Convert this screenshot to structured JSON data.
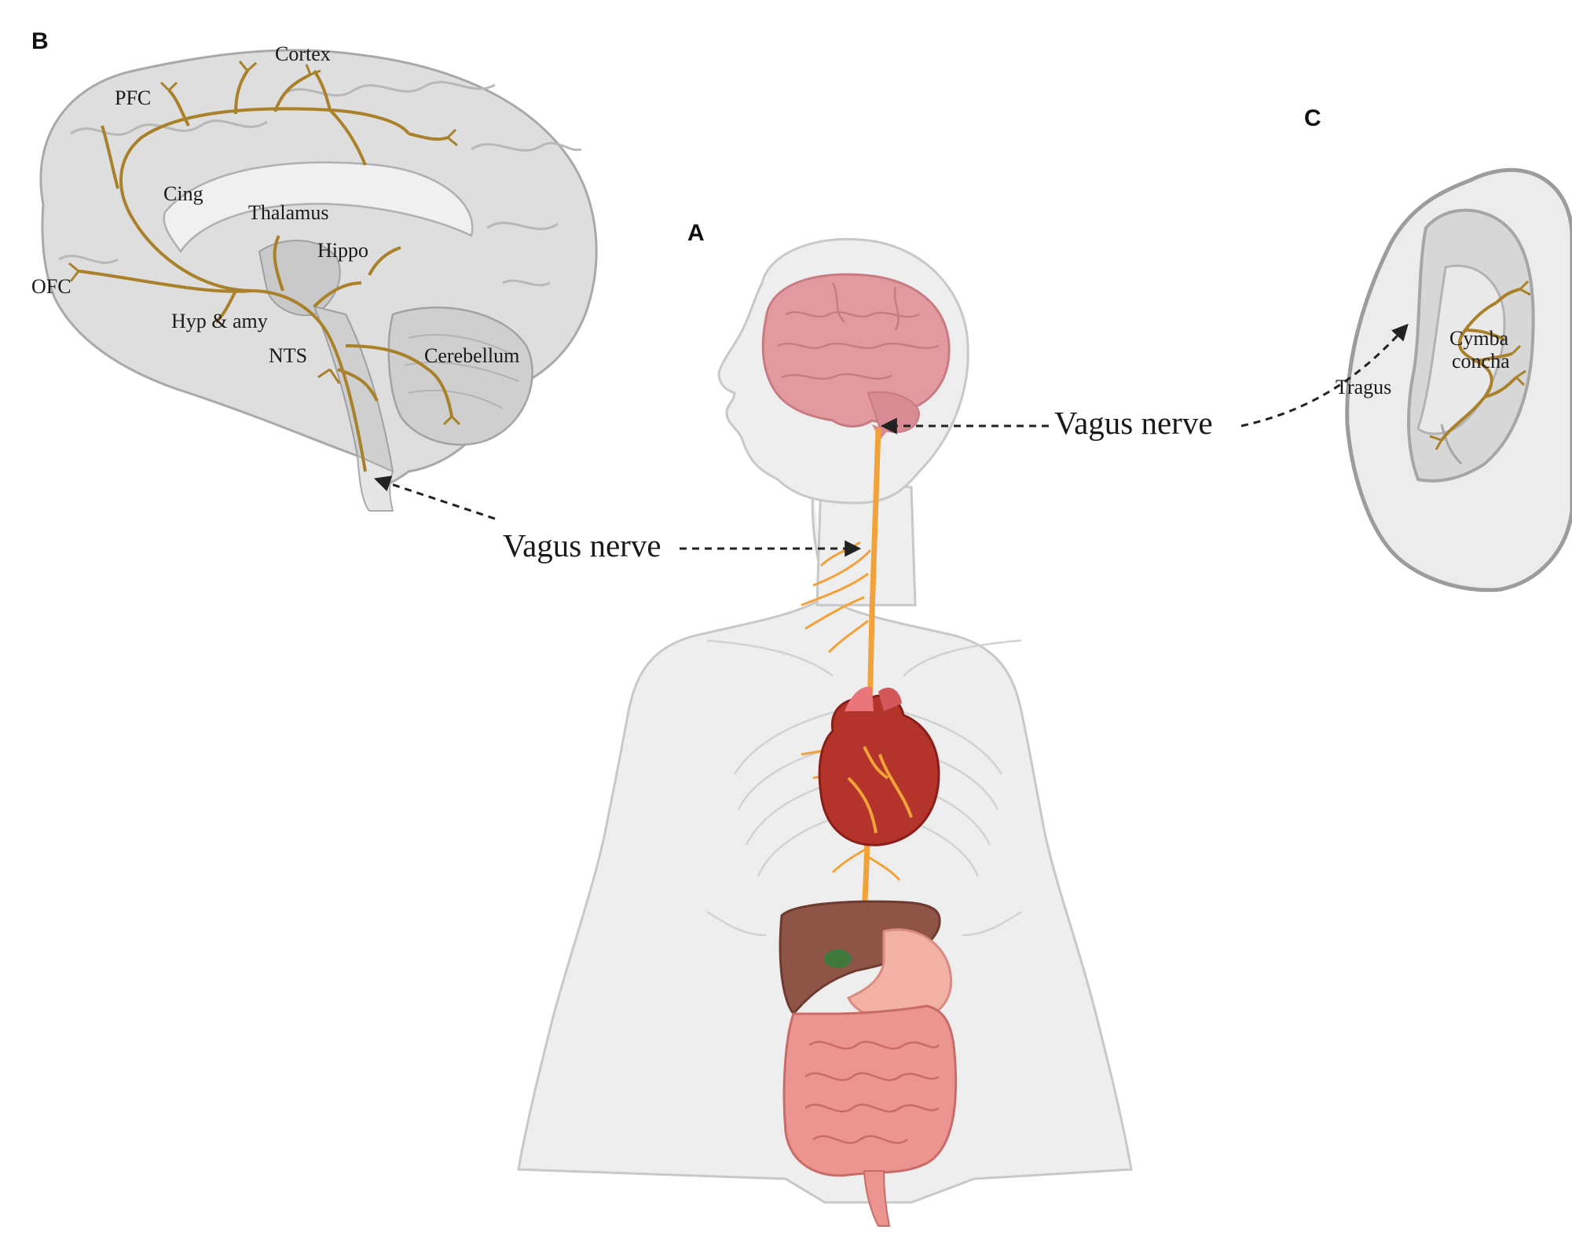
{
  "panels": {
    "a": "A",
    "b": "B",
    "c": "C"
  },
  "brain_labels": {
    "cortex": "Cortex",
    "pfc": "PFC",
    "cing": "Cing",
    "thalamus": "Thalamus",
    "hippo": "Hippo",
    "ofc": "OFC",
    "hyp_amy": "Hyp & amy",
    "nts": "NTS",
    "cerebellum": "Cerebellum"
  },
  "ear_labels": {
    "cymba_concha_1": "Cymba",
    "cymba_concha_2": "concha",
    "tragus": "Tragus"
  },
  "callouts": {
    "vagus_left": "Vagus nerve",
    "vagus_right": "Vagus nerve"
  },
  "colors": {
    "body": "#eeeeee",
    "outline": "#c6c6c6",
    "brain_pink": "#e29aa0",
    "nerve_orange": "#f2a23a",
    "nerve_brown": "#a8812a",
    "heart": "#b4332b",
    "liver": "#8e5446",
    "intestine": "#ec9490",
    "gallbladder": "#3f7a3c"
  },
  "icons": [
    "body-figure-icon",
    "brain-section-icon",
    "ear-icon",
    "heart-icon",
    "liver-icon",
    "stomach-icon",
    "intestine-icon"
  ]
}
